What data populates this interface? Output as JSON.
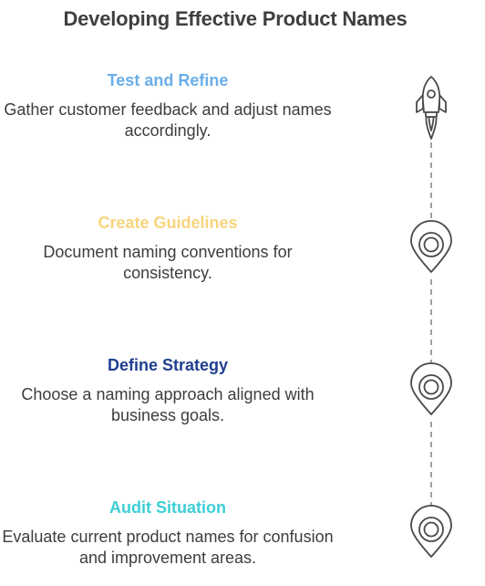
{
  "title": "Developing Effective Product Names",
  "steps": [
    {
      "title": "Test and Refine",
      "description": "Gather customer feedback and adjust names accordingly.",
      "color": "#6aaee8",
      "icon": "rocket-icon"
    },
    {
      "title": "Create Guidelines",
      "description": "Document naming conventions for consistency.",
      "color": "#f8d57e",
      "icon": "map-pin-icon"
    },
    {
      "title": "Define Strategy",
      "description": "Choose a naming approach aligned with business goals.",
      "color": "#1f3f8f",
      "icon": "map-pin-icon"
    },
    {
      "title": "Audit Situation",
      "description": "Evaluate current product names for confusion and improvement areas.",
      "color": "#3ccfd6",
      "icon": "map-pin-icon"
    }
  ]
}
